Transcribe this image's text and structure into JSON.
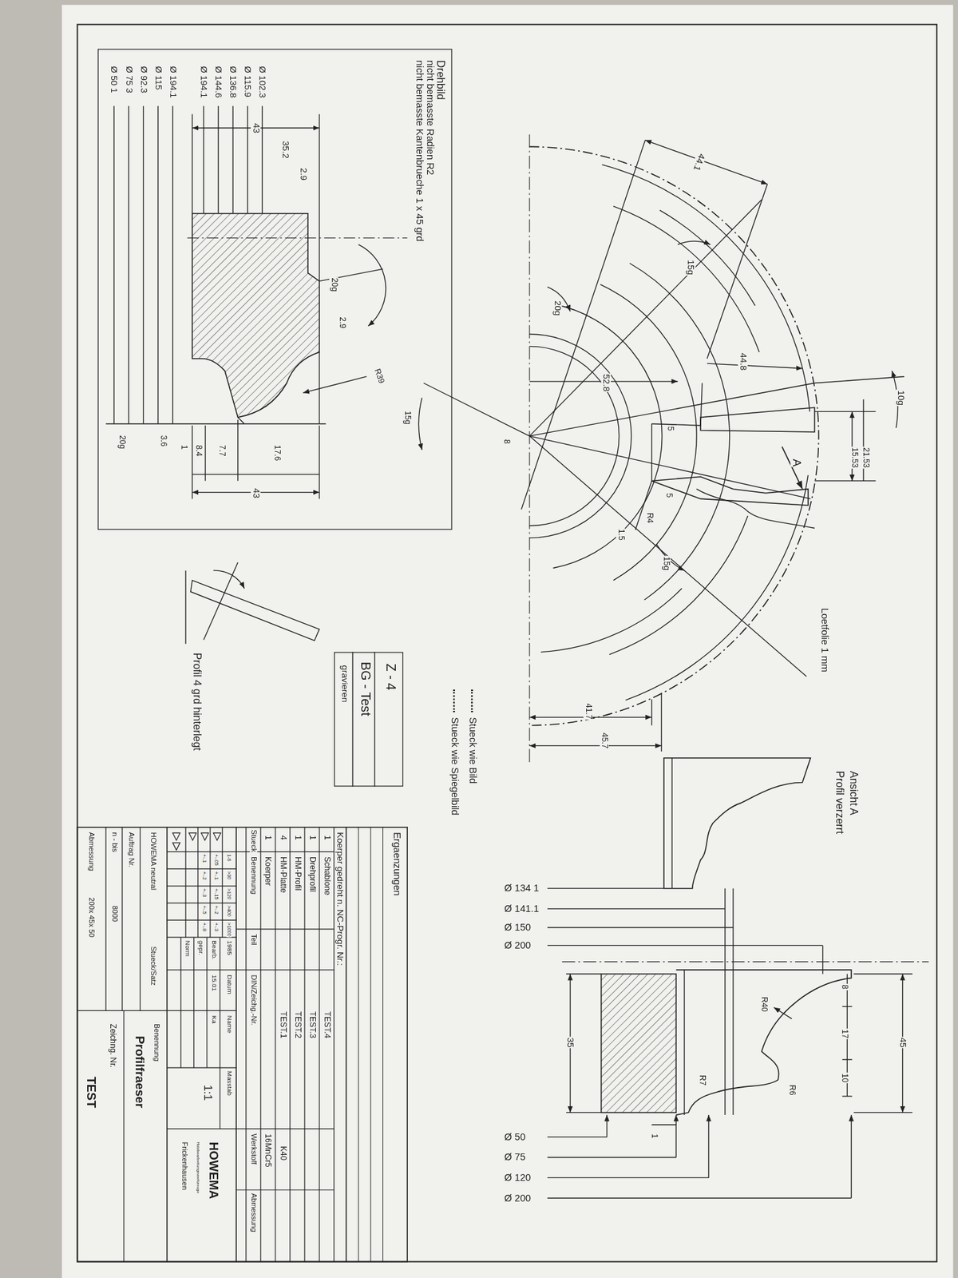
{
  "diagram": {
    "nodes": [
      {
        "text": [
          "Drehbild",
          "nicht bemasste Radien R2",
          "nicht bemasste Kantenbrueche 1 x 45 grd"
        ]
      },
      {
        "text": [
          "Z - 4",
          "BG - Test",
          "gravieren"
        ]
      }
    ],
    "labels": [
      "44.1",
      "15g",
      "20g",
      "44.8",
      "52.8",
      "10g",
      "15.53",
      "21.53",
      "A",
      "8",
      "5",
      "5",
      "1.5",
      "R4",
      "15g",
      "Loetfolie 1 mm",
      "41.7",
      "45.7",
      "15g",
      "Profil 4 grd hinterlegt",
      "Ansicht A",
      "Profil verzerrt",
      "Ø 134 1",
      "Ø 141.1",
      "Ø 150",
      "Ø 200",
      "8",
      "17",
      "10",
      "45",
      "R40",
      "R6",
      "R7",
      "35",
      "1",
      "Ø 50",
      "Ø 75",
      "Ø 120",
      "Ø 200",
      "Ø 194.1",
      "Ø 144.6",
      "Ø 136.8",
      "Ø 115.9",
      "Ø 102.3",
      "Ø 50 1",
      "Ø 75 3",
      "Ø 92.3",
      "Ø 115",
      "Ø 194.1",
      "43",
      "35.2",
      "2.9",
      "20g",
      "2.9",
      "R39",
      "20g",
      "3.6",
      "1",
      "8.4",
      "7.7",
      "17.6",
      "43",
      "Ergaenzungen",
      "Koerper gedreht n. NC-Progr. Nr.:",
      "1",
      "Schablone",
      "TEST.4",
      "1",
      "Drehprofil",
      "TEST.3",
      "1",
      "HM-Profil",
      "TEST.2",
      "4",
      "HM-Platte",
      "TEST.1",
      "K40",
      "1",
      "Koerper",
      "16MnCr5",
      "Stueck",
      "Benennung",
      "Teil",
      "DIN/Zeichg.-Nr.",
      "Werkstoff",
      "Abmessung",
      "1-6",
      ">30",
      ">120",
      ">400",
      ">1000",
      "+-.05",
      "+-.1",
      "+-.15",
      "+-.2",
      "+-.3",
      "+-.1",
      "+-.2",
      "+-.3",
      "+-.5",
      "+-.8",
      "1985",
      "Datum",
      "Name",
      "Masstab",
      "Bearb.",
      "15.01",
      "Ka",
      "1:1",
      "gepr.",
      "Norm",
      "HOWEMA",
      "Holzbearbeitungswerkzeuge",
      "Frickenhausen",
      "HOWEMA neutral",
      "Stueck/Satz",
      "Auftrag Nr.",
      "n - bis",
      "8000",
      "Abmessung",
      "200x 45x 50",
      "Benennung",
      "Profilfraeser",
      "Zeichng. Nr.",
      "TEST"
    ],
    "legend": [
      {
        "text": "Stueck wie Bild"
      },
      {
        "text": "Stueck wie Spiegelbild"
      }
    ]
  }
}
